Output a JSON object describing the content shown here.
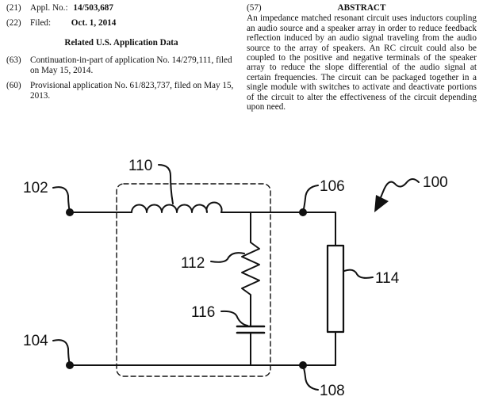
{
  "bibliography": {
    "appl_no": {
      "code": "(21)",
      "label": "Appl. No.:",
      "value": "14/503,687"
    },
    "filed": {
      "code": "(22)",
      "label": "Filed:",
      "value": "Oct. 1, 2014"
    },
    "related_title": "Related U.S. Application Data",
    "continuation": {
      "code": "(63)",
      "text": "Continuation-in-part of application No. 14/279,111, filed on May 15, 2014."
    },
    "provisional": {
      "code": "(60)",
      "text": "Provisional application No. 61/823,737, filed on May 15, 2013."
    }
  },
  "abstract": {
    "code": "(57)",
    "title": "ABSTRACT",
    "text": "An impedance matched resonant circuit uses inductors coupling an audio source and a speaker array in order to reduce feedback reflection induced by an audio signal traveling from the audio source to the array of speakers. An RC circuit could also be coupled to the positive and negative terminals of the speaker array to reduce the slope differential of the audio signal at certain frequencies. The circuit can be packaged together in a single module with switches to activate and deactivate portions of the circuit to alter the effectiveness of the circuit depending upon need."
  },
  "figure": {
    "ref_100": "100",
    "ref_102": "102",
    "ref_104": "104",
    "ref_106": "106",
    "ref_108": "108",
    "ref_110": "110",
    "ref_112": "112",
    "ref_114": "114",
    "ref_116": "116"
  }
}
